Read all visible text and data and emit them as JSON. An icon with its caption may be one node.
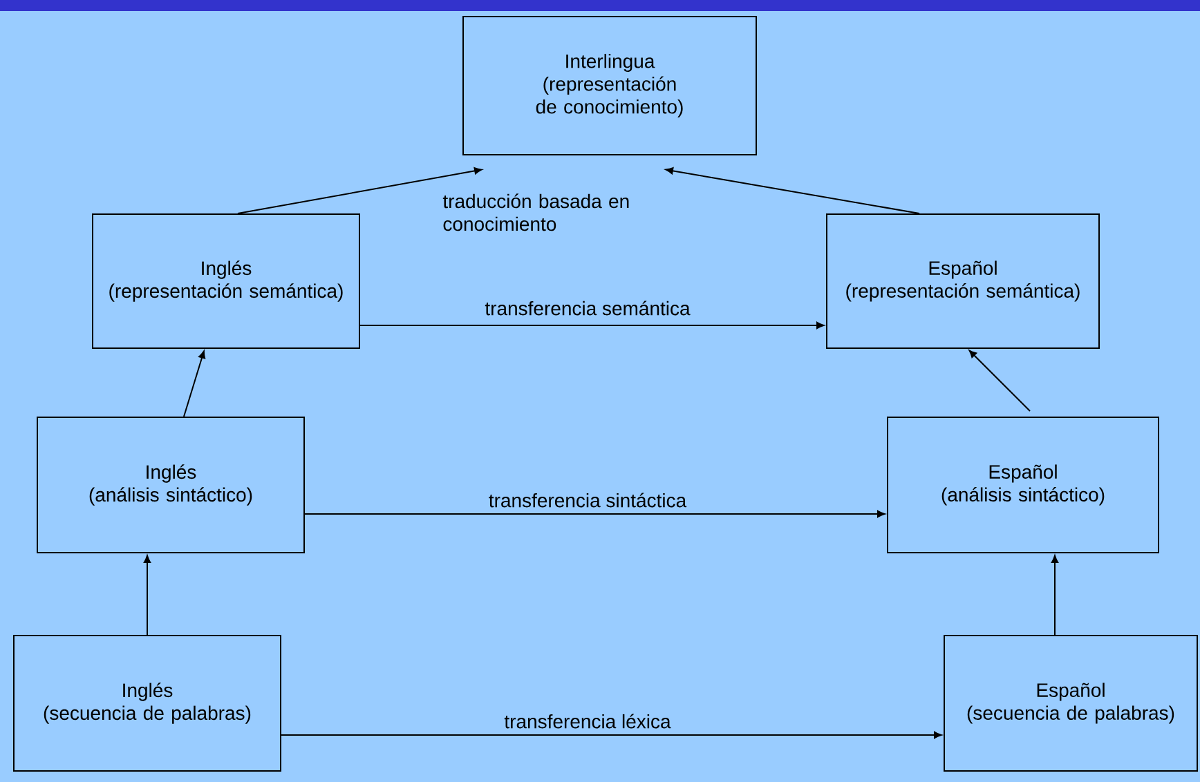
{
  "diagram": {
    "nodes": [
      {
        "text": [
          "Interlingua",
          "(representación de conocimiento)"
        ]
      },
      {
        "text": [
          "Inglés",
          "(representación semántica)"
        ]
      },
      {
        "text": [
          "Español",
          "(representación semántica)"
        ]
      },
      {
        "text": [
          "Inglés",
          "(análisis sintáctico)"
        ]
      },
      {
        "text": [
          "Español",
          "(análisis sintáctico)"
        ]
      },
      {
        "text": [
          "Inglés",
          "(secuencia de palabras)"
        ]
      },
      {
        "text": [
          "Español",
          "(secuencia de palabras)"
        ]
      }
    ],
    "edges": [
      {
        "from": 5,
        "to": 3,
        "arrow": "to"
      },
      {
        "from": 3,
        "to": 1,
        "arrow": "to"
      },
      {
        "from": 1,
        "to": 0,
        "arrow": "to"
      },
      {
        "from": 6,
        "to": 4,
        "arrow": "to"
      },
      {
        "from": 4,
        "to": 2,
        "arrow": "to"
      },
      {
        "from": 2,
        "to": 0,
        "arrow": "to"
      },
      {
        "from": 1,
        "to": 2,
        "arrow": "to",
        "label": "transferencia semántica"
      },
      {
        "from": 3,
        "to": 4,
        "arrow": "to",
        "label": "transferencia sintáctica"
      },
      {
        "from": 5,
        "to": 6,
        "arrow": "to",
        "label": "transferencia léxica"
      }
    ],
    "labels": [
      "traducción basada en conocimiento"
    ]
  }
}
